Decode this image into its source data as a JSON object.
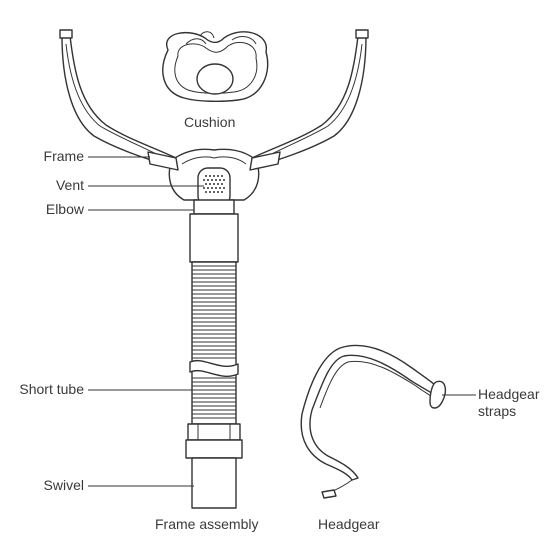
{
  "labels": {
    "cushion": "Cushion",
    "frame": "Frame",
    "vent": "Vent",
    "elbow": "Elbow",
    "short_tube": "Short tube",
    "swivel": "Swivel",
    "headgear_straps_line1": "Headgear",
    "headgear_straps_line2": "straps",
    "frame_assembly": "Frame assembly",
    "headgear": "Headgear"
  },
  "colors": {
    "line": "#333333",
    "text": "#3a3a3a",
    "background": "#ffffff"
  }
}
